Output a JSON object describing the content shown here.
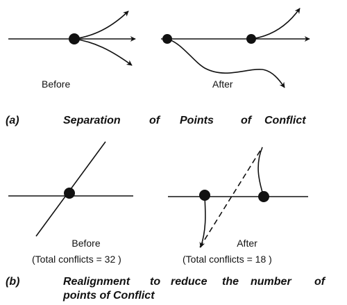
{
  "panel_a": {
    "before_label": "Before",
    "after_label": "After",
    "caption_letter": "(a)",
    "caption_words": [
      "Separation",
      "of",
      "Points",
      "of",
      "Conflict"
    ]
  },
  "panel_b": {
    "before_label": "Before",
    "before_total": "(Total conflicts = 32 )",
    "after_label": "After",
    "after_total": "(Total conflicts = 18 )",
    "caption_letter": "(b)",
    "caption_line1_words": [
      "Realignment",
      "to",
      "reduce",
      "the",
      "number",
      "of"
    ],
    "caption_line2": "points of Conflict"
  },
  "colors": {
    "ink": "#111111",
    "background": "#ffffff"
  }
}
